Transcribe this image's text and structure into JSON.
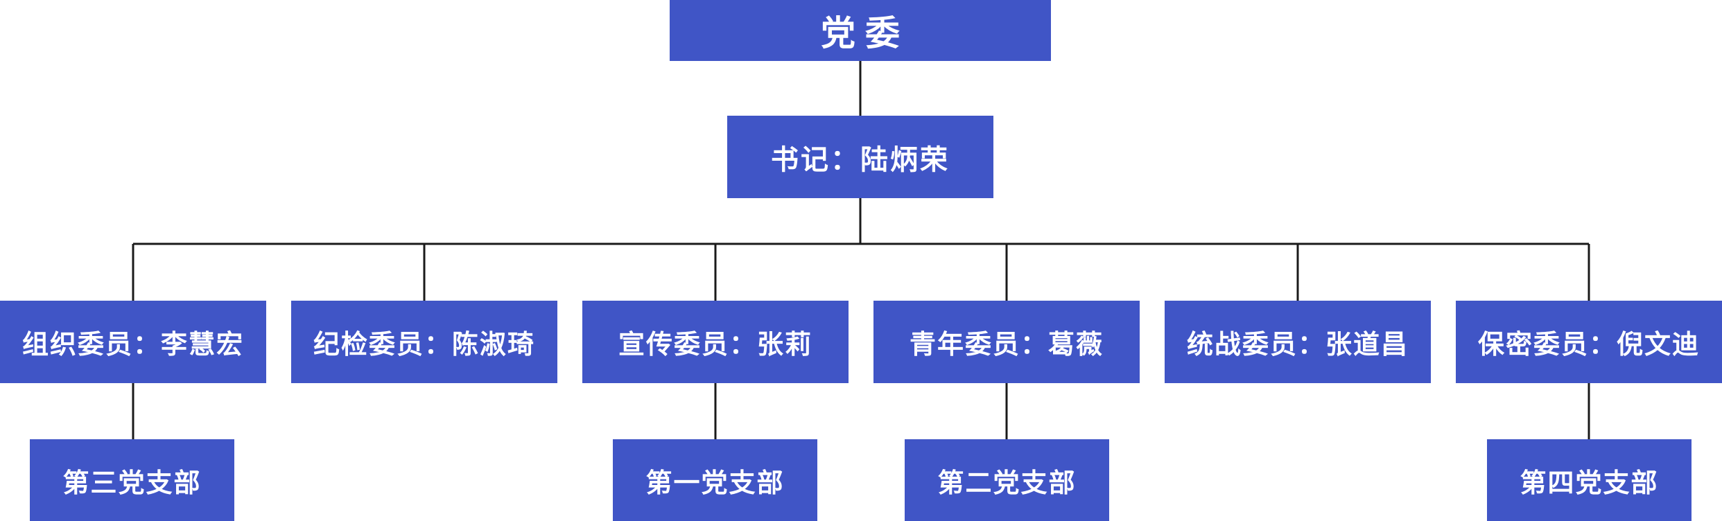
{
  "org_chart": {
    "root": {
      "label": "党委"
    },
    "secretary": {
      "label": "书记：陆炳荣"
    },
    "members": [
      {
        "label": "组织委员：李慧宏"
      },
      {
        "label": "纪检委员：陈淑琦"
      },
      {
        "label": "宣传委员：张莉"
      },
      {
        "label": "青年委员：葛薇"
      },
      {
        "label": "统战委员：张道昌"
      },
      {
        "label": "保密委员：倪文迪"
      }
    ],
    "branches": [
      {
        "label": "第三党支部",
        "parent": "组织委员：李慧宏"
      },
      {
        "label": "第一党支部",
        "parent": "宣传委员：张莉"
      },
      {
        "label": "第二党支部",
        "parent": "青年委员：葛薇"
      },
      {
        "label": "第四党支部",
        "parent": "保密委员：倪文迪"
      }
    ]
  },
  "colors": {
    "node_fill": "#4055c6",
    "node_text": "#ffffff",
    "connector": "#1a1a1a"
  }
}
